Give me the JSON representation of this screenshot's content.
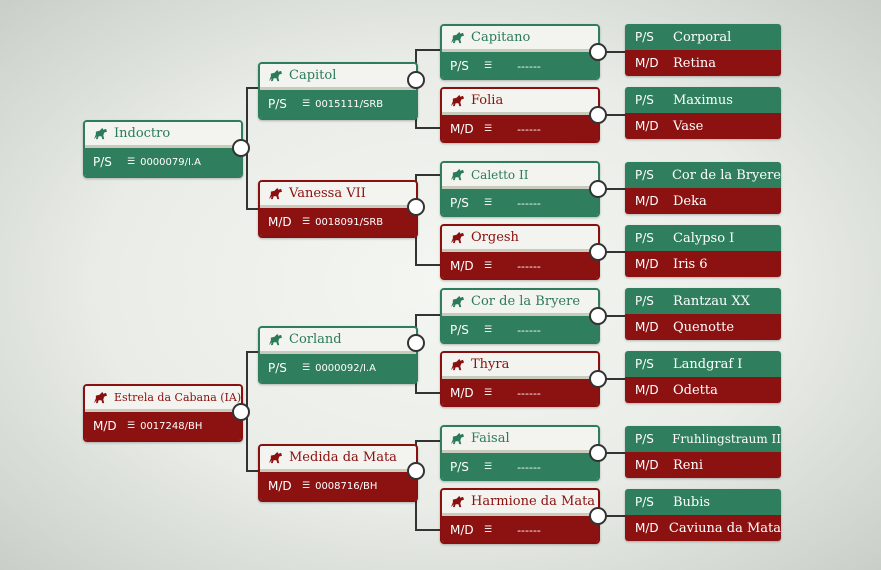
{
  "labels": {
    "sire": "P/S",
    "dam": "M/D",
    "no_reg": "------"
  },
  "colors": {
    "male": "#2f7e5d",
    "female": "#8c1212",
    "line": "#333333"
  },
  "icons": {
    "horse": "horse-icon",
    "registry": "list-icon"
  },
  "subject_sire": {
    "name": "Indoctro",
    "reg": "0000079/I.A"
  },
  "subject_dam": {
    "name": "Estrela da Cabana (IA)",
    "reg": "0017248/BH"
  },
  "parents": [
    {
      "name": "Capitol",
      "reg": "0015111/SRB"
    },
    {
      "name": "Vanessa VII",
      "reg": "0018091/SRB"
    },
    {
      "name": "Corland",
      "reg": "0000092/I.A"
    },
    {
      "name": "Medida da Mata",
      "reg": "0008716/BH"
    }
  ],
  "grandparents": [
    {
      "name": "Capitano"
    },
    {
      "name": "Folia"
    },
    {
      "name": "Caletto II"
    },
    {
      "name": "Orgesh"
    },
    {
      "name": "Cor de la Bryere"
    },
    {
      "name": "Thyra"
    },
    {
      "name": "Faisal"
    },
    {
      "name": "Harmione da Mata"
    }
  ],
  "great_grandparents": [
    {
      "sire": "Corporal",
      "dam": "Retina"
    },
    {
      "sire": "Maximus",
      "dam": "Vase"
    },
    {
      "sire": "Cor de la Bryere",
      "dam": "Deka"
    },
    {
      "sire": "Calypso I",
      "dam": "Iris 6"
    },
    {
      "sire": "Rantzau XX",
      "dam": "Quenotte"
    },
    {
      "sire": "Landgraf I",
      "dam": "Odetta"
    },
    {
      "sire": "Fruhlingstraum II",
      "dam": "Reni"
    },
    {
      "sire": "Bubis",
      "dam": "Caviuna da Mata"
    }
  ]
}
